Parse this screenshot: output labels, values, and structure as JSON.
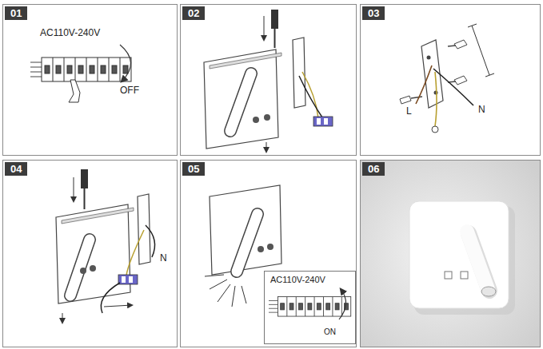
{
  "diagram": {
    "nodes": [
      {
        "text": [
          "01"
        ]
      },
      {
        "text": [
          "02"
        ]
      },
      {
        "text": [
          "03"
        ]
      },
      {
        "text": [
          "04"
        ]
      },
      {
        "text": [
          "05"
        ]
      },
      {
        "text": [
          "06"
        ]
      },
      {
        "text": [
          "AC110V-240V",
          "ON"
        ],
        "in": 4
      }
    ],
    "labels": [
      "AC110V-240V",
      "OFF",
      "L",
      "N",
      "N"
    ]
  }
}
